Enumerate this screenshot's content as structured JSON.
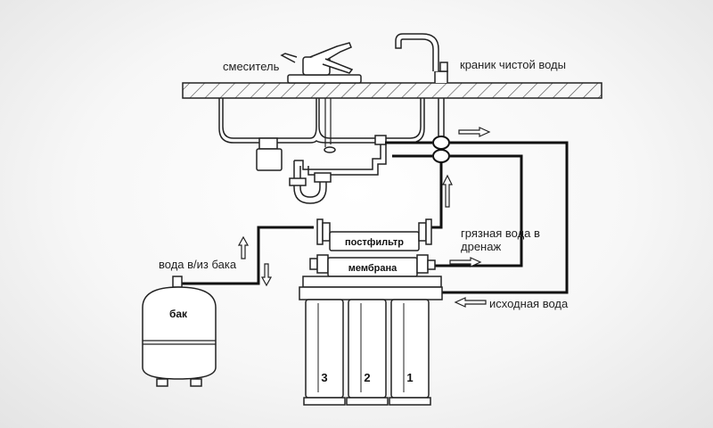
{
  "labels": {
    "mixer": "смеситель",
    "clean_tap": "краник чистой воды",
    "dirty_water": "грязная вода в дренаж",
    "tank_water": "вода в/из бака",
    "source_water": "исходная вода"
  },
  "parts": {
    "postfilter": "постфильтр",
    "membrane": "мембрана",
    "tank": "бак",
    "filters": [
      "3",
      "2",
      "1"
    ]
  },
  "colors": {
    "line": "#111111",
    "background": "#f4f4f4"
  }
}
